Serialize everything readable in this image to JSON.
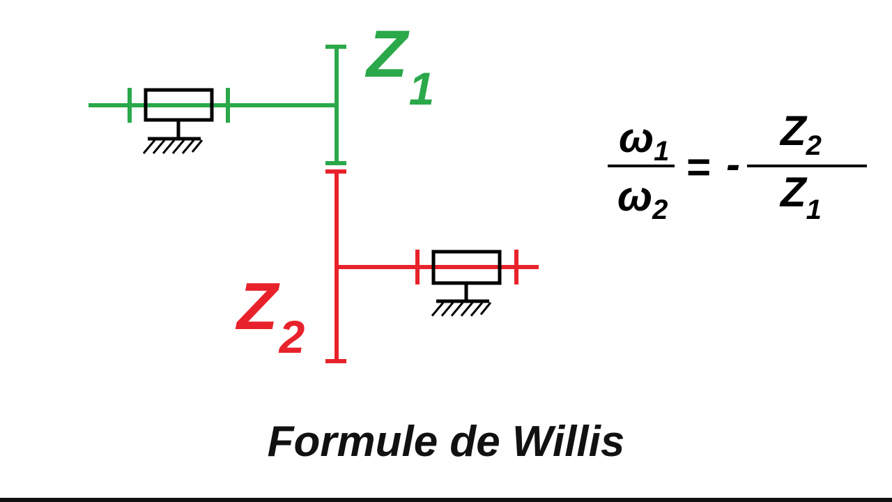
{
  "gear1": {
    "letter": "Z",
    "subscript": "1",
    "color": "#2aa84a"
  },
  "gear2": {
    "letter": "Z",
    "subscript": "2",
    "color": "#e8222b"
  },
  "formula": {
    "lhs_num_symbol": "ω",
    "lhs_num_sub": "1",
    "lhs_den_symbol": "ω",
    "lhs_den_sub": "2",
    "equals": "=",
    "sign": "-",
    "rhs_num_symbol": "Z",
    "rhs_num_sub": "2",
    "rhs_den_symbol": "Z",
    "rhs_den_sub": "1"
  },
  "caption": "Formule de Willis"
}
